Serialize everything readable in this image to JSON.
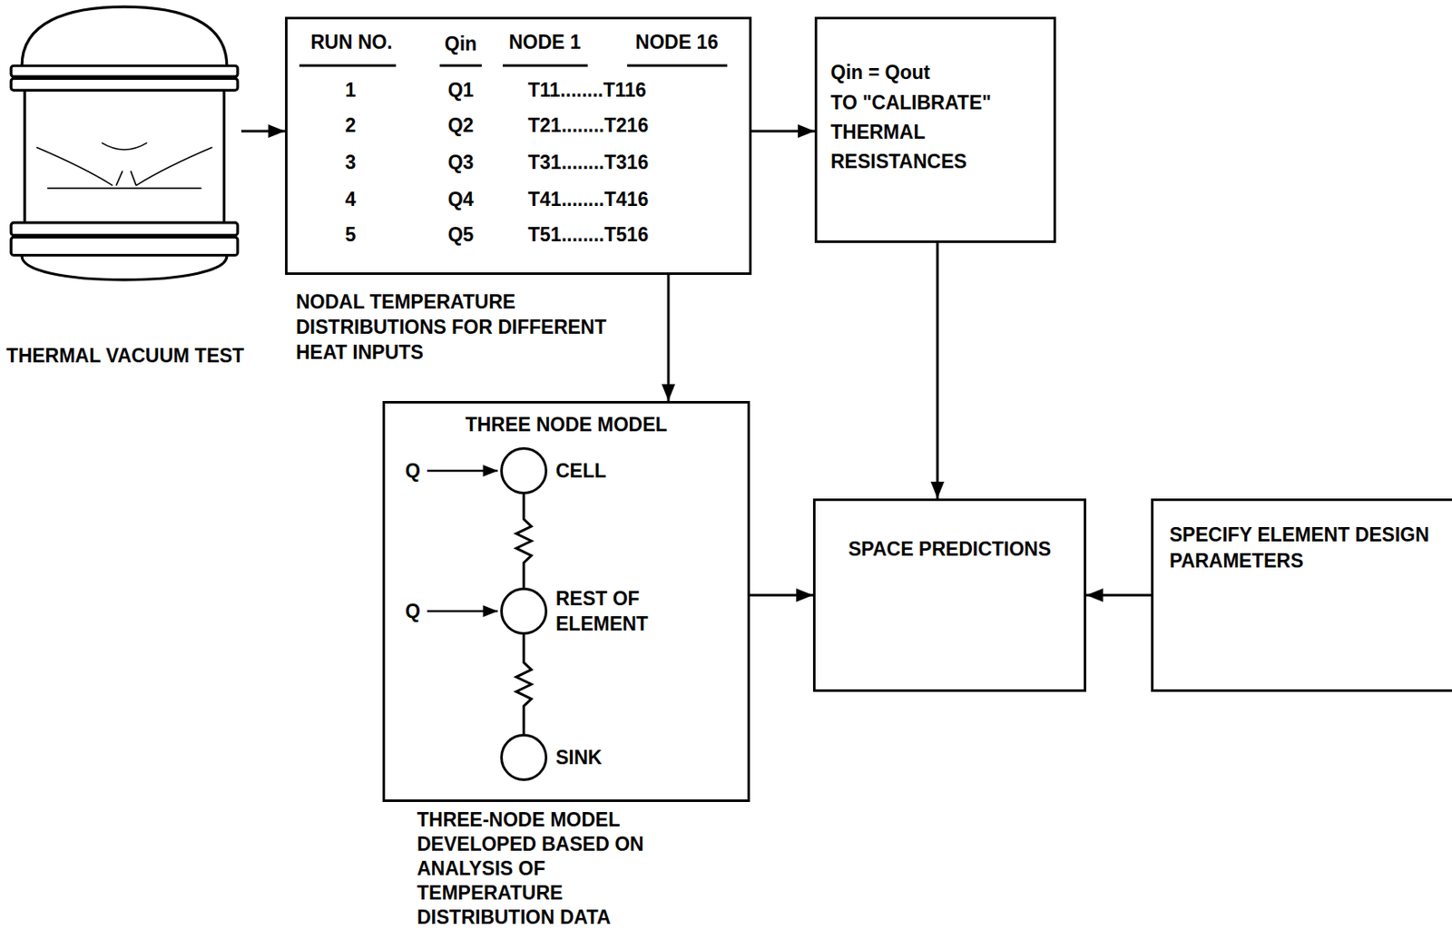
{
  "diagram": {
    "nodes": [
      {
        "text": [
          "THERMAL VACUUM TEST"
        ]
      },
      {
        "text": [
          "NODAL TEMPERATURE DISTRIBUTIONS FOR DIFFERENT HEAT INPUTS"
        ]
      },
      {
        "text": [
          "Qin = Qout",
          "TO \"CALIBRATE\" THERMAL RESISTANCES"
        ]
      },
      {
        "text": [
          "THREE NODE MODEL",
          "THREE-NODE MODEL DEVELOPED BASED ON ANALYSIS OF TEMPERATURE DISTRIBUTION DATA"
        ]
      },
      {
        "text": [
          "CELL"
        ],
        "in": 3
      },
      {
        "text": [
          "REST OF ELEMENT"
        ],
        "in": 3
      },
      {
        "text": [
          "SINK"
        ],
        "in": 3
      },
      {
        "text": [
          "SPACE PREDICTIONS"
        ]
      },
      {
        "text": [
          "SPECIFY ELEMENT DESIGN PARAMETERS"
        ]
      }
    ],
    "edges": [
      {
        "from": 0,
        "to": 1,
        "arrow": "to"
      },
      {
        "from": 1,
        "to": 2,
        "arrow": "to"
      },
      {
        "from": 1,
        "to": 3,
        "arrow": "to"
      },
      {
        "from": 2,
        "to": 7,
        "arrow": "to"
      },
      {
        "from": 3,
        "to": 7,
        "arrow": "to"
      },
      {
        "from": 8,
        "to": 7,
        "arrow": "to"
      },
      {
        "from": 4,
        "to": 5,
        "arrow": "none"
      },
      {
        "from": 5,
        "to": 6,
        "arrow": "none"
      }
    ],
    "labels": [
      "RUN NO.",
      "Qin",
      "NODE 1",
      "NODE 16",
      "1",
      "Q1",
      "T11........T116",
      "2",
      "Q2",
      "T21........T216",
      "3",
      "Q3",
      "T31........T316",
      "4",
      "Q4",
      "T41........T416",
      "5",
      "Q5",
      "T51........T516",
      "Q",
      "Q"
    ]
  }
}
